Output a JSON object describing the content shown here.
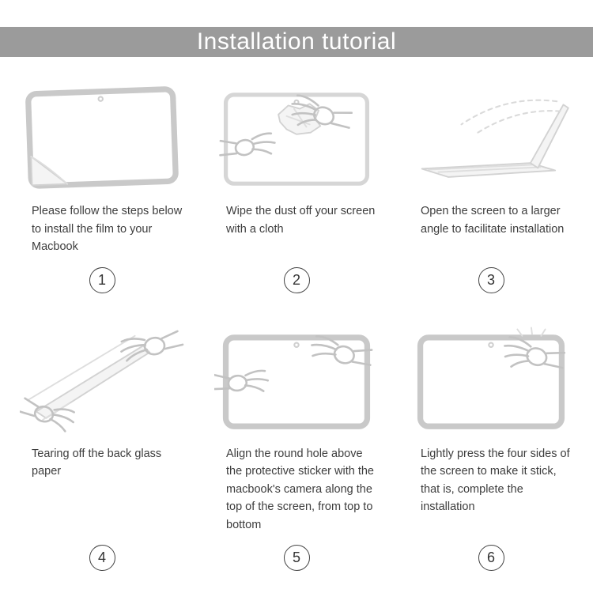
{
  "header": {
    "title": "Installation tutorial"
  },
  "steps": [
    {
      "number": "1",
      "icon": "tablet-peel-corner-illustration",
      "text": "Please follow the steps below to install the film to your Macbook"
    },
    {
      "number": "2",
      "icon": "hands-wiping-cloth-illustration",
      "text": "Wipe the dust off your screen with a cloth"
    },
    {
      "number": "3",
      "icon": "laptop-open-wide-illustration",
      "text": "Open the screen to a larger angle to facilitate installation"
    },
    {
      "number": "4",
      "icon": "hands-tearing-film-illustration",
      "text": "Tearing off the back glass paper"
    },
    {
      "number": "5",
      "icon": "tablet-align-camera-illustration",
      "text": "Align the round hole above the protective sticker with the macbook's camera along the top of the screen, from top to bottom"
    },
    {
      "number": "6",
      "icon": "hand-press-sides-illustration",
      "text": "Lightly press the four sides of the screen to make it stick, that is, complete the installation"
    }
  ],
  "colors": {
    "header_bg": "#9b9b9b",
    "header_text": "#ffffff",
    "illustration_line": "#c9c9c9",
    "body_text": "#3d3d3d"
  }
}
